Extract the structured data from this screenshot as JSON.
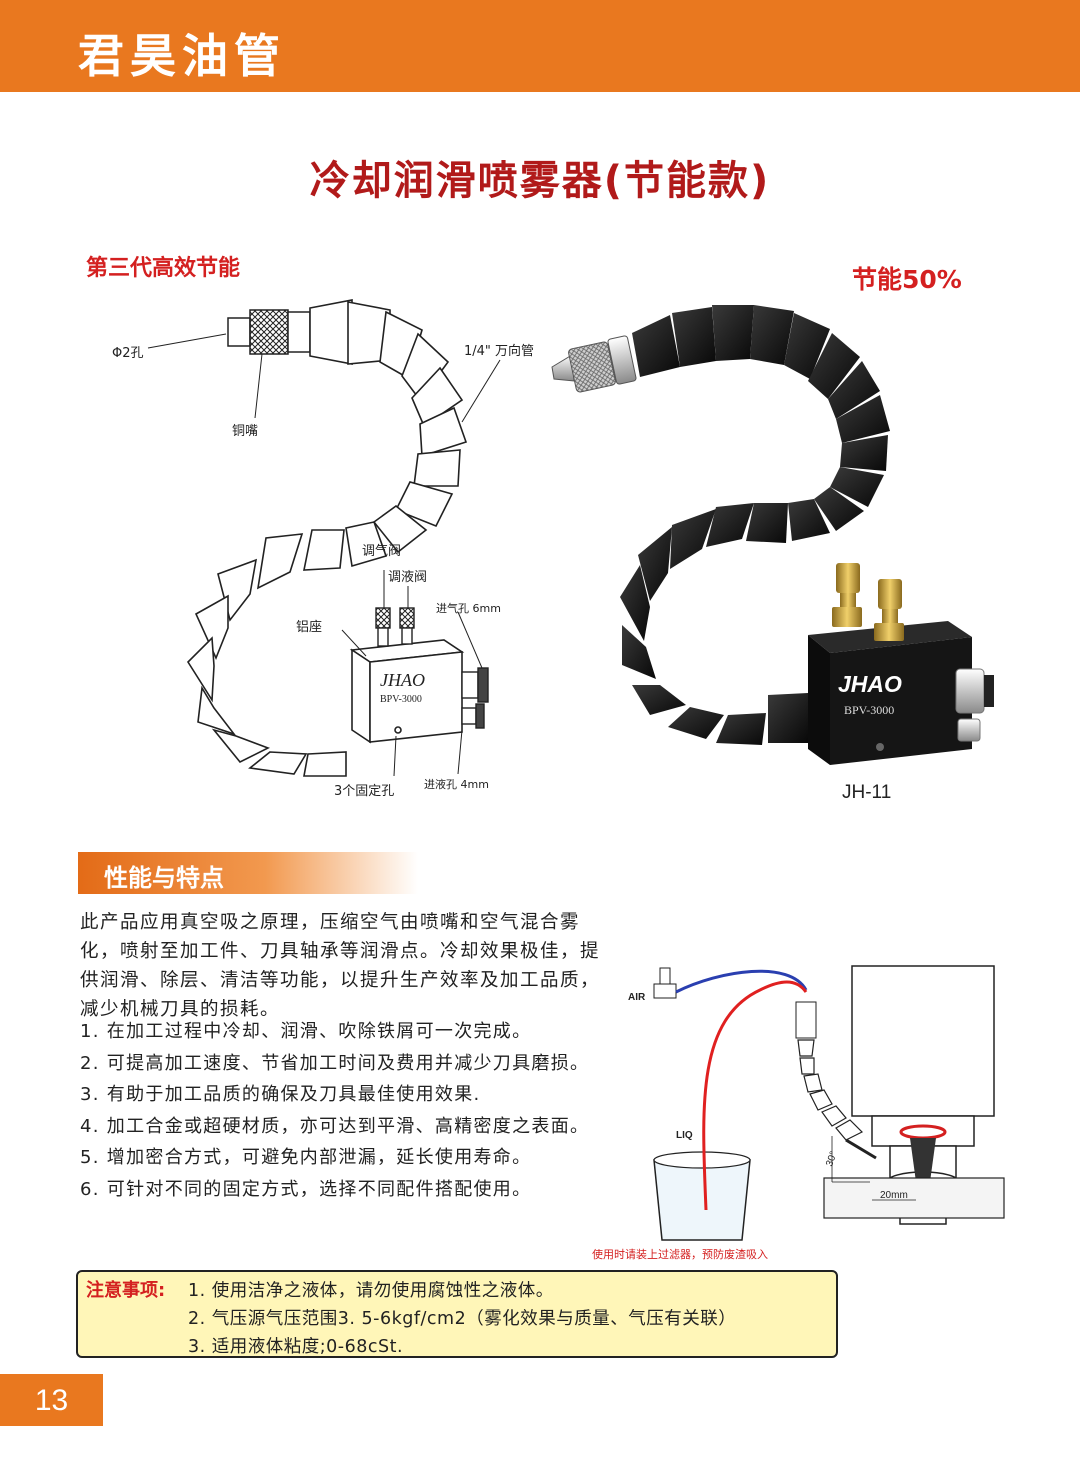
{
  "header": {
    "brand": "君昊油管"
  },
  "title": "冷却润滑喷雾器(节能款)",
  "subtitle_left": "第三代高效节能",
  "subtitle_right": "节能50%",
  "diagram": {
    "labels": {
      "hole": "Φ2孔",
      "nozzle": "铜嘴",
      "hose": "1/4\" 万向管",
      "air_valve": "调气阀",
      "liquid_valve": "调液阀",
      "base": "铝座",
      "air_inlet": "进气孔 6mm",
      "liquid_inlet": "进液孔 4mm",
      "fix_holes": "3个固定孔"
    },
    "body_brand": "JHAO",
    "body_model": "BPV-3000"
  },
  "product": {
    "brand": "JHAO",
    "model": "BPV-3000",
    "code": "JH-11"
  },
  "section": {
    "title": "性能与特点"
  },
  "description": [
    "此产品应用真空吸之原理，压缩空气由喷嘴和空气混合雾",
    "化，喷射至加工件、刀具轴承等润滑点。冷却效果极佳，提",
    "供润滑、除层、清洁等功能，以提升生产效率及加工品质，",
    "减少机械刀具的损耗。"
  ],
  "features": [
    "1. 在加工过程中冷却、润滑、吹除铁屑可一次完成。",
    "2. 可提高加工速度、节省加工时间及费用并减少刀具磨损。",
    "3. 有助于加工品质的确保及刀具最佳使用效果.",
    "4. 加工合金或超硬材质，亦可达到平滑、高精密度之表面。",
    "5. 增加密合方式，可避免内部泄漏，延长使用寿命。",
    "6. 可针对不同的固定方式，选择不同配件搭配使用。"
  ],
  "usage_diagram": {
    "air": "AIR",
    "liq": "LIQ",
    "angle": "30°",
    "distance": "20mm",
    "note": "使用时请装上过滤器，预防废渣吸入"
  },
  "notice": {
    "label": "注意事项:",
    "items": [
      "1. 使用洁净之液体，请勿使用腐蚀性之液体。",
      "2. 气压源气压范围3. 5-6kgf/cm2（雾化效果与质量、气压有关联）",
      "3. 适用液体粘度;0-68cSt."
    ]
  },
  "page_number": "13",
  "colors": {
    "orange": "#e9781f",
    "red": "#d42020",
    "dark_red": "#b11a1a",
    "notice_bg": "#fff6b8"
  }
}
